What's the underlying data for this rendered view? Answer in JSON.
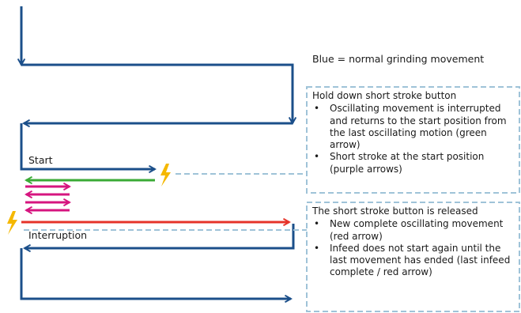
{
  "colors": {
    "normal": "#1b4f8a",
    "green": "#3aaa35",
    "purple": "#d6157f",
    "red": "#e63329",
    "lightning": "#f5b800",
    "dashed": "#9fc3d8"
  },
  "icons": [
    "lightning-icon"
  ],
  "legend": {
    "text": "Blue = normal grinding movement"
  },
  "labels": {
    "start": "Start",
    "interruption": "Interruption"
  },
  "hold_box": {
    "title": "Hold down short stroke button",
    "bullets": [
      "Oscillating movement is interrupted and returns to the start position from the last oscillating motion (green arrow)",
      "Short stroke at the start position (purple arrows)"
    ]
  },
  "release_box": {
    "title": "The short stroke button is released",
    "bullets": [
      "New complete oscillating movement (red arrow)",
      "Infeed does not start again until the last movement has ended (last infeed complete / red arrow)"
    ]
  }
}
